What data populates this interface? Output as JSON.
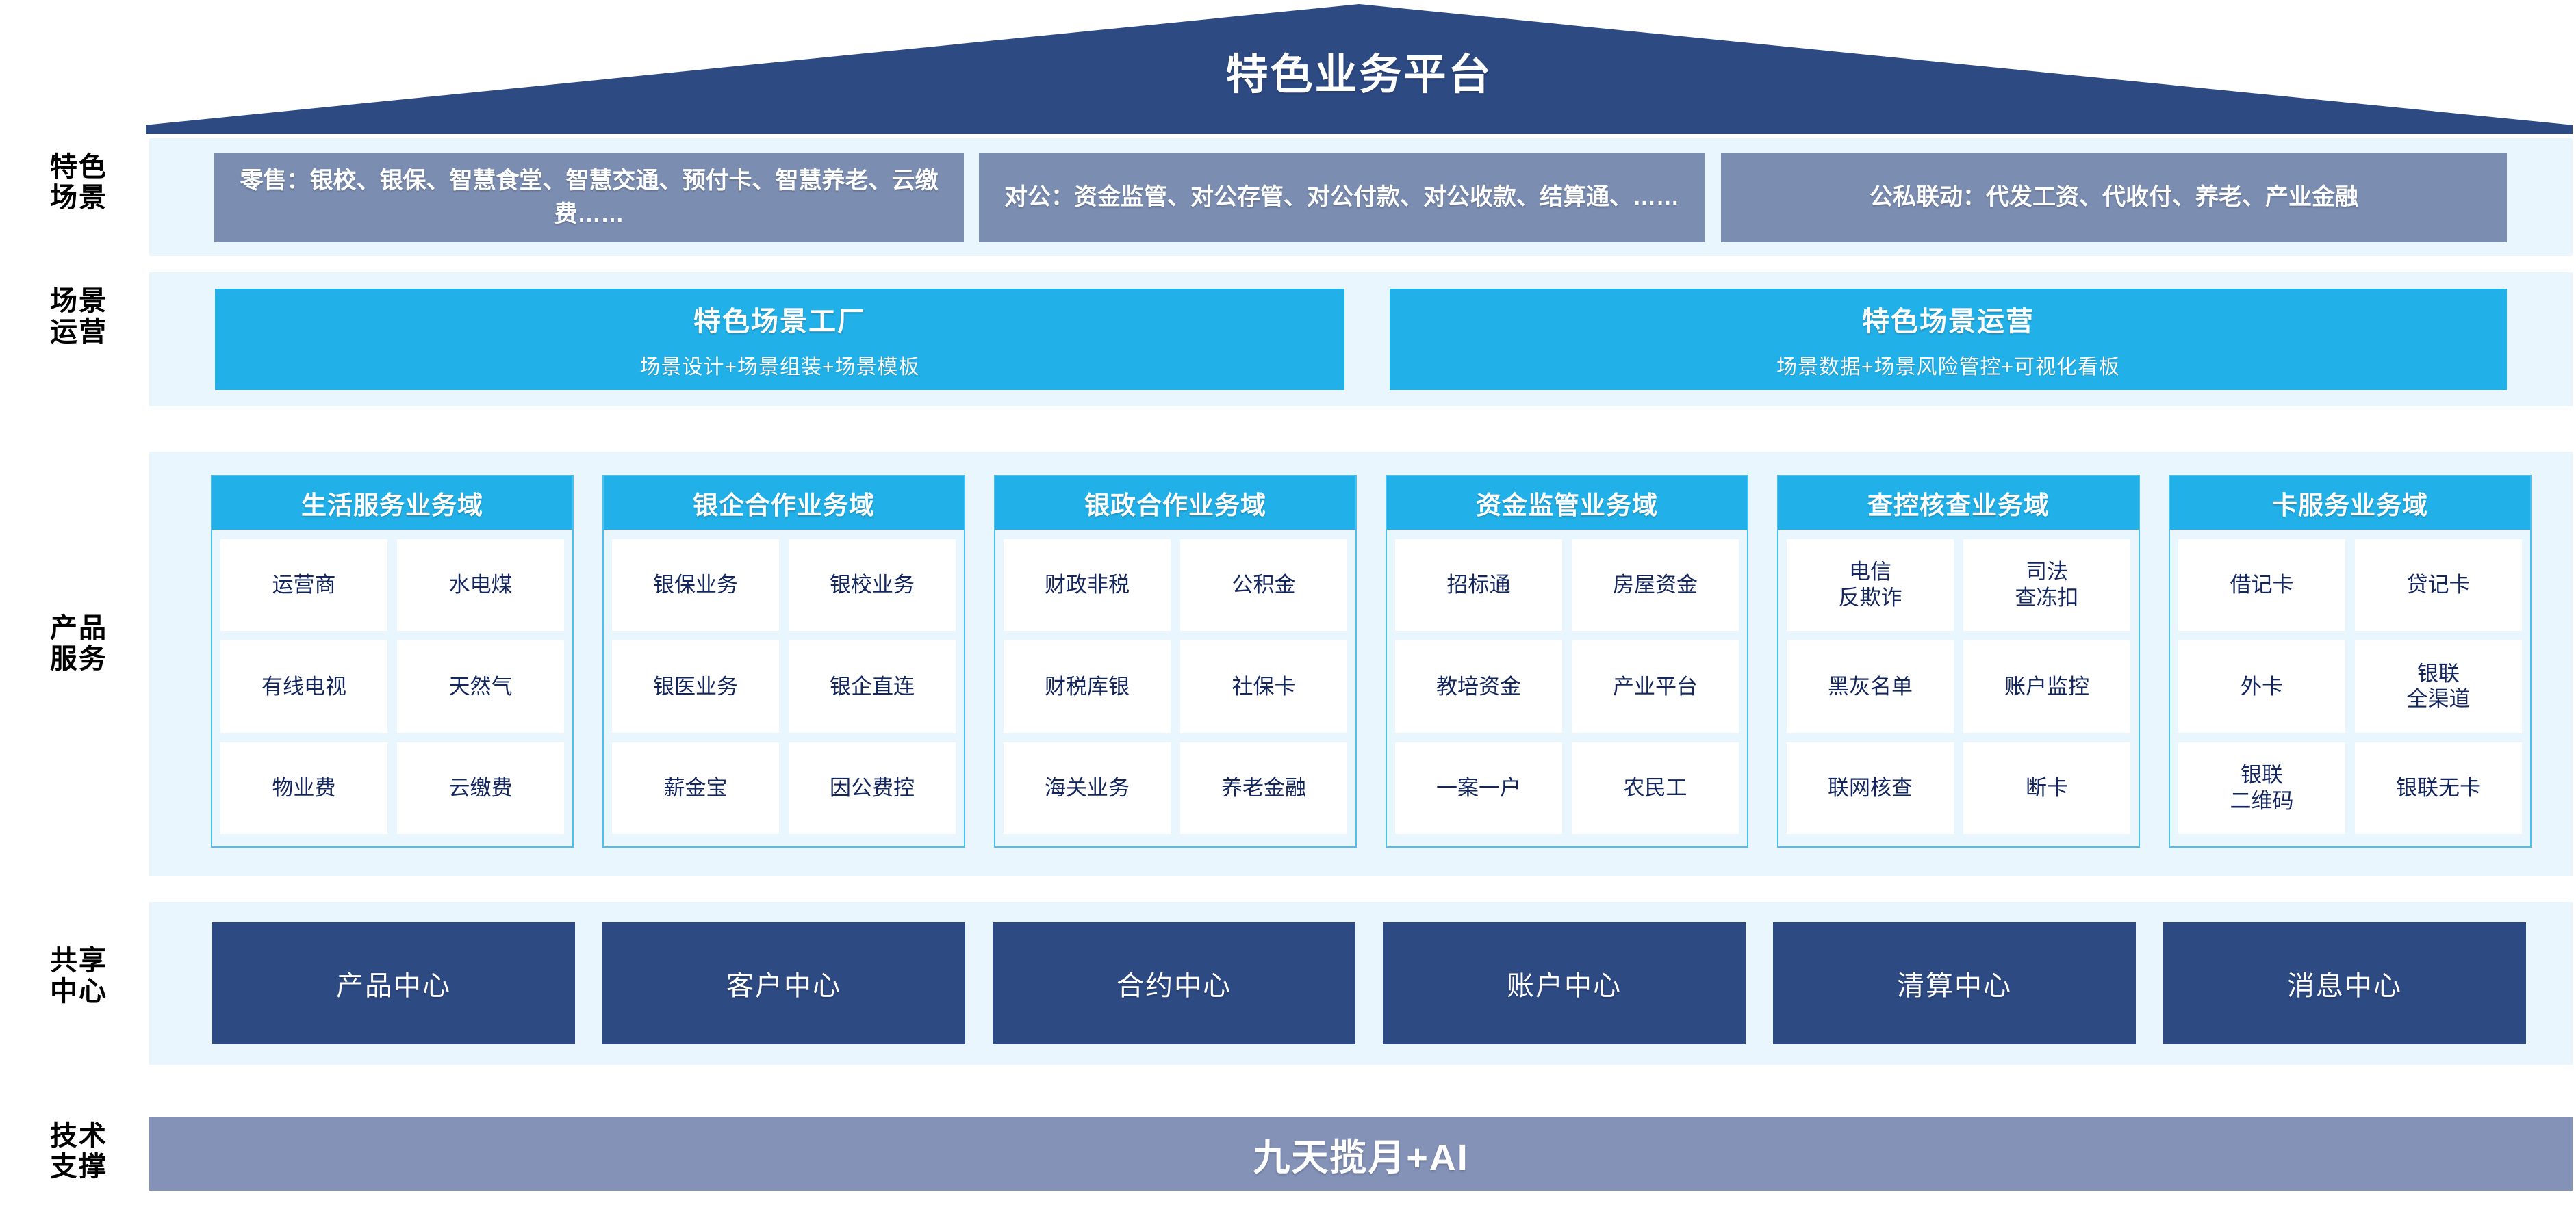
{
  "header": {
    "title": "特色业务平台"
  },
  "colors": {
    "navy": "#2e4a83",
    "slate": "#7b8db1",
    "cyan": "#22b0e8",
    "band": "#e9f6fd",
    "cell_text": "#13265e",
    "tech_bar": "#8492b8"
  },
  "row_labels": {
    "scenes": "特色\n场景",
    "operation": "场景\n运营",
    "products": "产品\n服务",
    "shared": "共享\n中心",
    "tech": "技术\n支撑"
  },
  "scenes": {
    "boxes": [
      {
        "label": "零售：银校、银保、智慧食堂、智慧交通、预付卡、智慧养老、云缴费……"
      },
      {
        "label": "对公：资金监管、对公存管、对公付款、对公收款、结算通、……"
      },
      {
        "label": "公私联动：代发工资、代收付、养老、产业金融"
      }
    ]
  },
  "operation": {
    "boxes": [
      {
        "title": "特色场景工厂",
        "subtitle": "场景设计+场景组装+场景模板"
      },
      {
        "title": "特色场景运营",
        "subtitle": "场景数据+场景风险管控+可视化看板"
      }
    ]
  },
  "products": {
    "domains": [
      {
        "title": "生活服务业务域",
        "cells": [
          "运营商",
          "水电煤",
          "有线电视",
          "天然气",
          "物业费",
          "云缴费"
        ]
      },
      {
        "title": "银企合作业务域",
        "cells": [
          "银保业务",
          "银校业务",
          "银医业务",
          "银企直连",
          "薪金宝",
          "因公费控"
        ]
      },
      {
        "title": "银政合作业务域",
        "cells": [
          "财政非税",
          "公积金",
          "财税库银",
          "社保卡",
          "海关业务",
          "养老金融"
        ]
      },
      {
        "title": "资金监管业务域",
        "cells": [
          "招标通",
          "房屋资金",
          "教培资金",
          "产业平台",
          "一案一户",
          "农民工"
        ]
      },
      {
        "title": "查控核查业务域",
        "cells": [
          "电信\n反欺诈",
          "司法\n查冻扣",
          "黑灰名单",
          "账户监控",
          "联网核查",
          "断卡"
        ]
      },
      {
        "title": "卡服务业务域",
        "cells": [
          "借记卡",
          "贷记卡",
          "外卡",
          "银联\n全渠道",
          "银联\n二维码",
          "银联无卡"
        ]
      }
    ]
  },
  "shared": {
    "boxes": [
      {
        "label": "产品中心"
      },
      {
        "label": "客户中心"
      },
      {
        "label": "合约中心"
      },
      {
        "label": "账户中心"
      },
      {
        "label": "清算中心"
      },
      {
        "label": "消息中心"
      }
    ]
  },
  "tech": {
    "label": "九天揽月+AI"
  }
}
